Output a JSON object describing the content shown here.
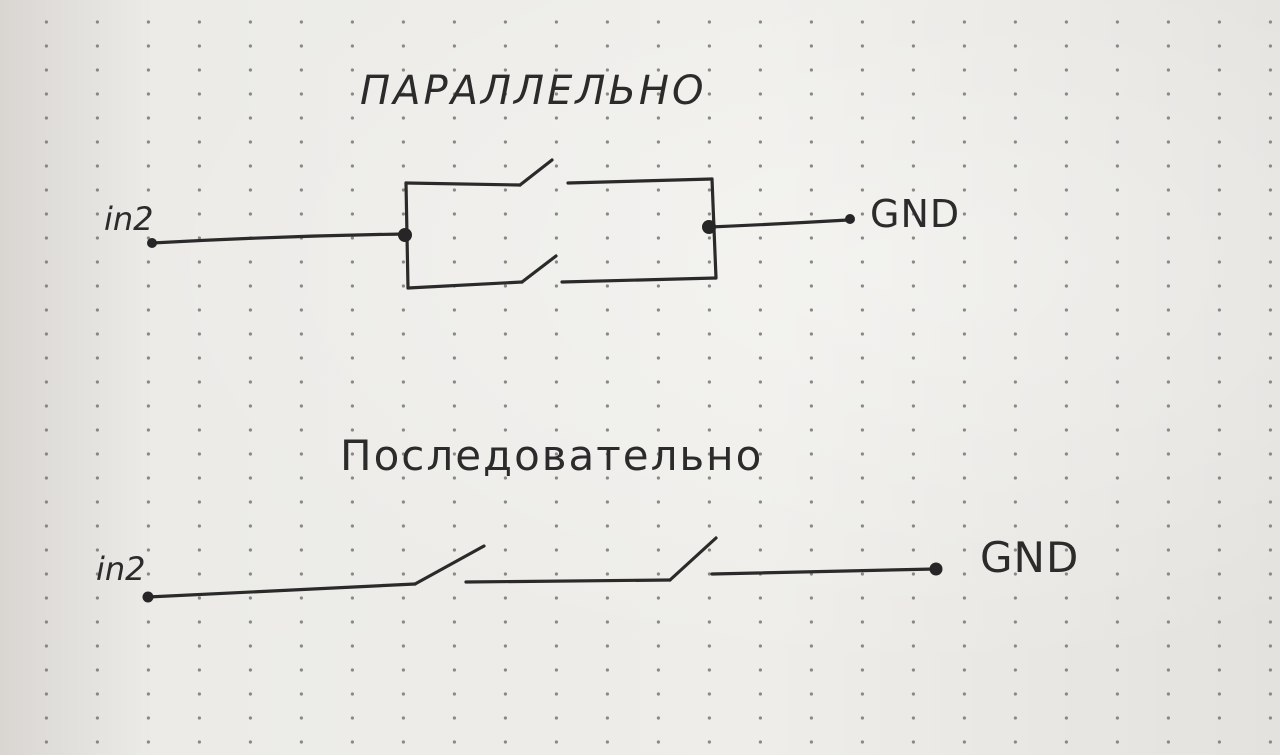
{
  "diagram": {
    "parallel": {
      "title": "ПАРАЛЛЕЛЬНО",
      "input_label": "in2",
      "output_label": "GND"
    },
    "series": {
      "title": "Последовательно",
      "input_label": "in2",
      "output_label": "GND"
    }
  },
  "colors": {
    "ink": "#2a2a2a",
    "paper": "#ecebe8"
  }
}
